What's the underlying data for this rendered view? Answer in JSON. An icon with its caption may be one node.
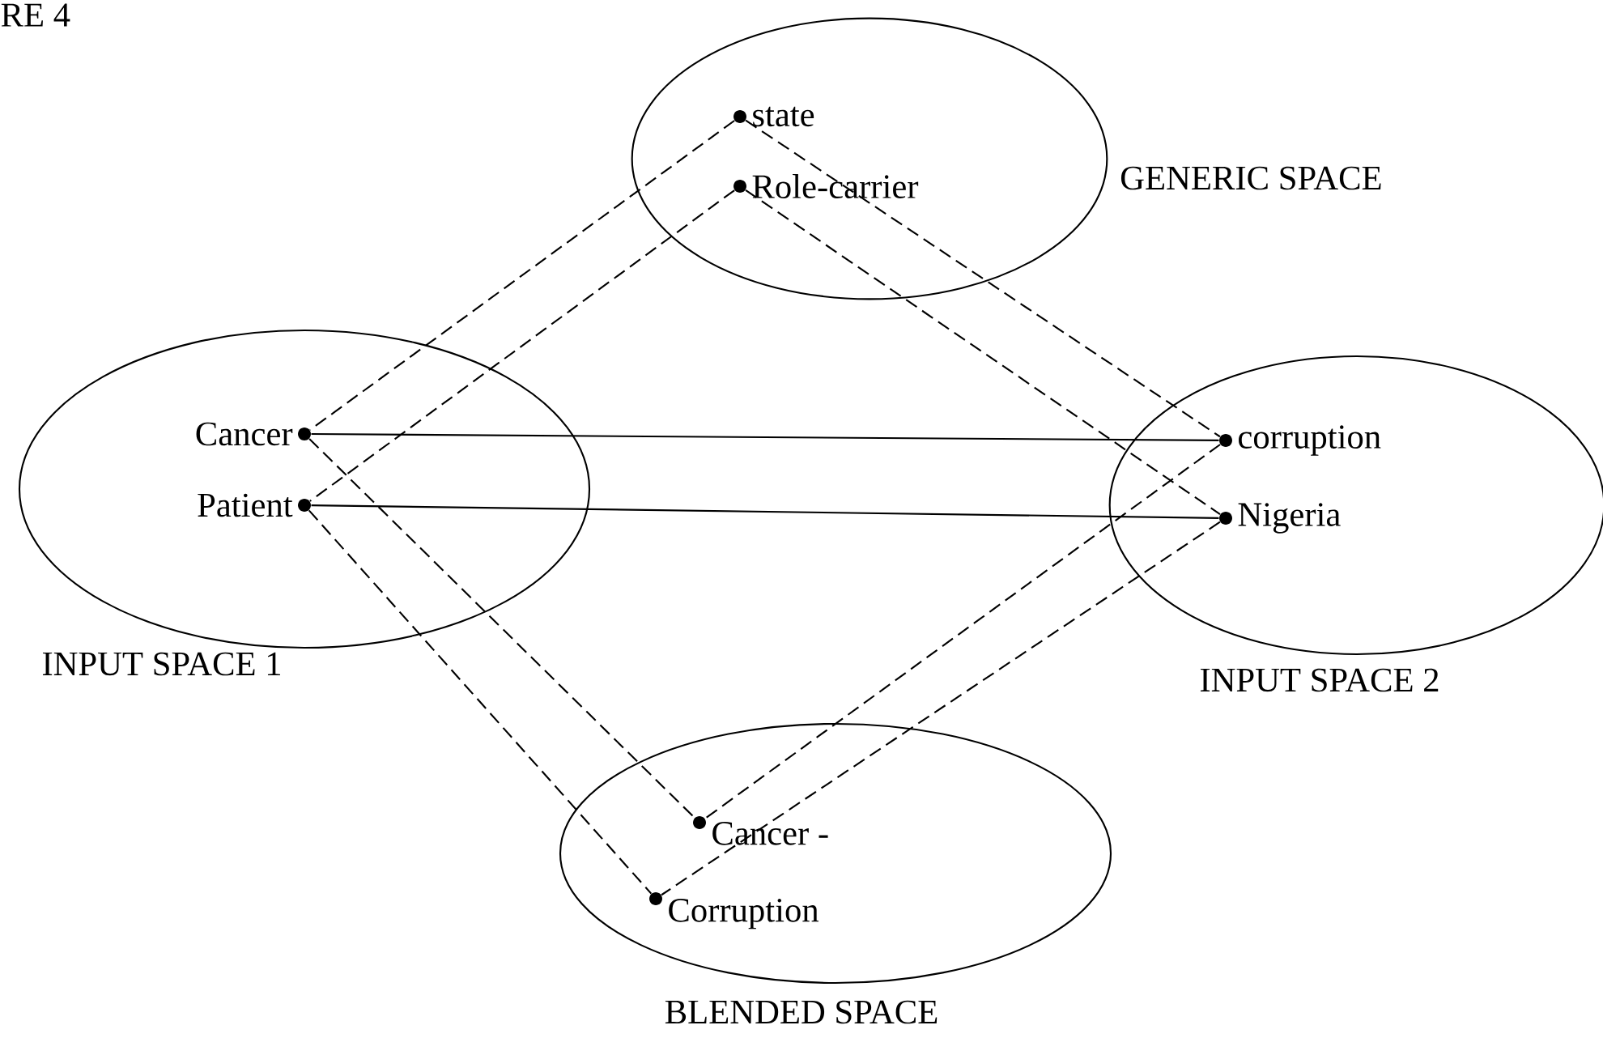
{
  "diagram": {
    "nodes": [
      {
        "text": [
          "GENERIC SPACE"
        ]
      },
      {
        "text": [
          "state"
        ],
        "in": 0
      },
      {
        "text": [
          "Role-carrier"
        ],
        "in": 0
      },
      {
        "text": [
          "INPUT SPACE 1"
        ]
      },
      {
        "text": [
          "Cancer"
        ],
        "in": 3
      },
      {
        "text": [
          "Patient"
        ],
        "in": 3
      },
      {
        "text": [
          "INPUT SPACE 2"
        ]
      },
      {
        "text": [
          "corruption"
        ],
        "in": 6
      },
      {
        "text": [
          "Nigeria"
        ],
        "in": 6
      },
      {
        "text": [
          "BLENDED SPACE"
        ]
      },
      {
        "text": [
          "Cancer -"
        ],
        "in": 9
      },
      {
        "text": [
          "Corruption"
        ],
        "in": 9
      }
    ],
    "edges": [
      {
        "from": 1,
        "to": 4,
        "arrow": "none",
        "style": "dashed"
      },
      {
        "from": 2,
        "to": 5,
        "arrow": "none",
        "style": "dashed"
      },
      {
        "from": 1,
        "to": 7,
        "arrow": "none",
        "style": "dashed"
      },
      {
        "from": 2,
        "to": 8,
        "arrow": "none",
        "style": "dashed"
      },
      {
        "from": 4,
        "to": 7,
        "arrow": "none"
      },
      {
        "from": 5,
        "to": 8,
        "arrow": "none"
      },
      {
        "from": 4,
        "to": 10,
        "arrow": "none",
        "style": "dashed"
      },
      {
        "from": 5,
        "to": 11,
        "arrow": "none",
        "style": "dashed"
      },
      {
        "from": 7,
        "to": 10,
        "arrow": "none",
        "style": "dashed"
      },
      {
        "from": 8,
        "to": 11,
        "arrow": "none",
        "style": "dashed"
      }
    ],
    "labels": [
      "RE 4"
    ]
  }
}
